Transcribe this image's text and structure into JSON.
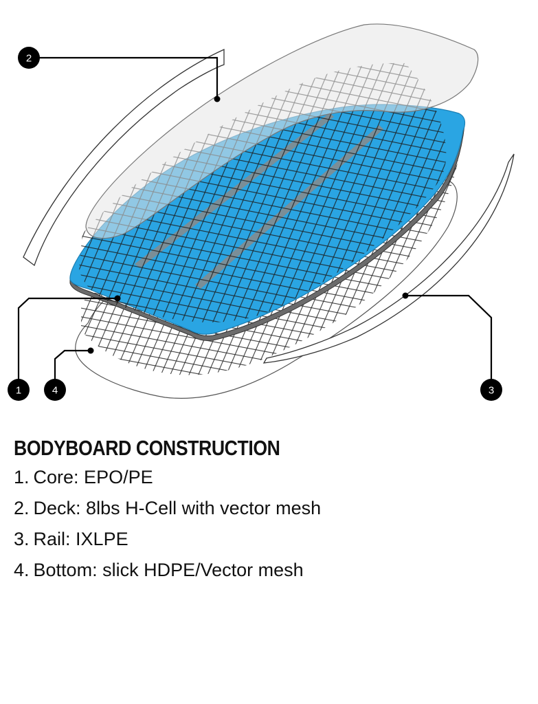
{
  "callouts": [
    {
      "number": "1",
      "label": "Core: EPO/PE"
    },
    {
      "number": "2",
      "label": "Deck: 8lbs H-Cell with vector mesh"
    },
    {
      "number": "3",
      "label": "Rail: IXLPE"
    },
    {
      "number": "4",
      "label": "Bottom: slick HDPE/Vector mesh"
    }
  ],
  "legend": {
    "title": "BODYBOARD CONSTRUCTION",
    "items": [
      {
        "index": "1.",
        "text": "Core: EPO/PE"
      },
      {
        "index": "2.",
        "text": "Deck: 8lbs H-Cell with vector mesh"
      },
      {
        "index": "3.",
        "text": "Rail: IXLPE"
      },
      {
        "index": "4.",
        "text": "Bottom: slick HDPE/Vector mesh"
      }
    ]
  },
  "colors": {
    "core": "#2aa5e3",
    "core_edge": "#6b6b6b",
    "deck": "#e8e8e8",
    "mesh": "#1a1a1a",
    "callout_badge": "#000000",
    "outline": "#444444"
  }
}
